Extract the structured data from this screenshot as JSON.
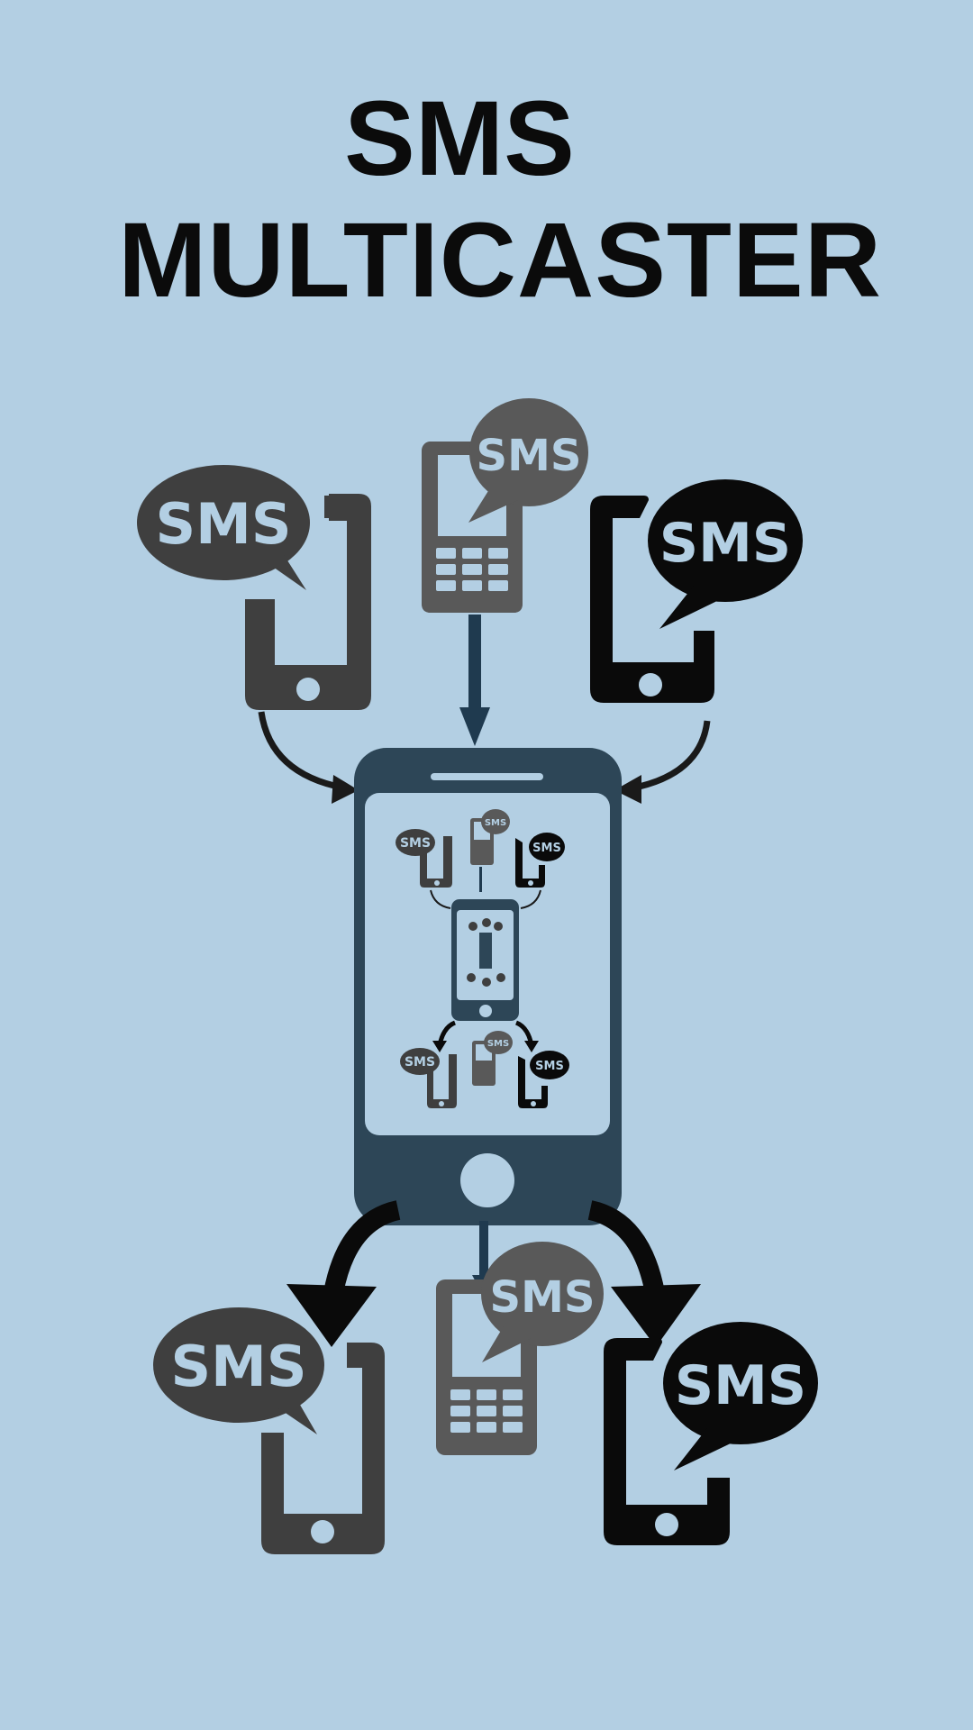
{
  "title": {
    "line1": "SMS",
    "line2": "MULTICASTER"
  },
  "illustration": {
    "bubble_label": "SMS",
    "colors": {
      "background": "#b3cfe3",
      "dark_gray": "#3f3f3f",
      "mid_gray": "#595959",
      "black": "#0a0a0a",
      "hub_phone": "#2d4657",
      "arrow_blue": "#1f3a4f"
    },
    "icons": [
      "smartphone-icon",
      "feature-phone-icon",
      "speech-bubble-icon",
      "arrow-icon"
    ]
  }
}
